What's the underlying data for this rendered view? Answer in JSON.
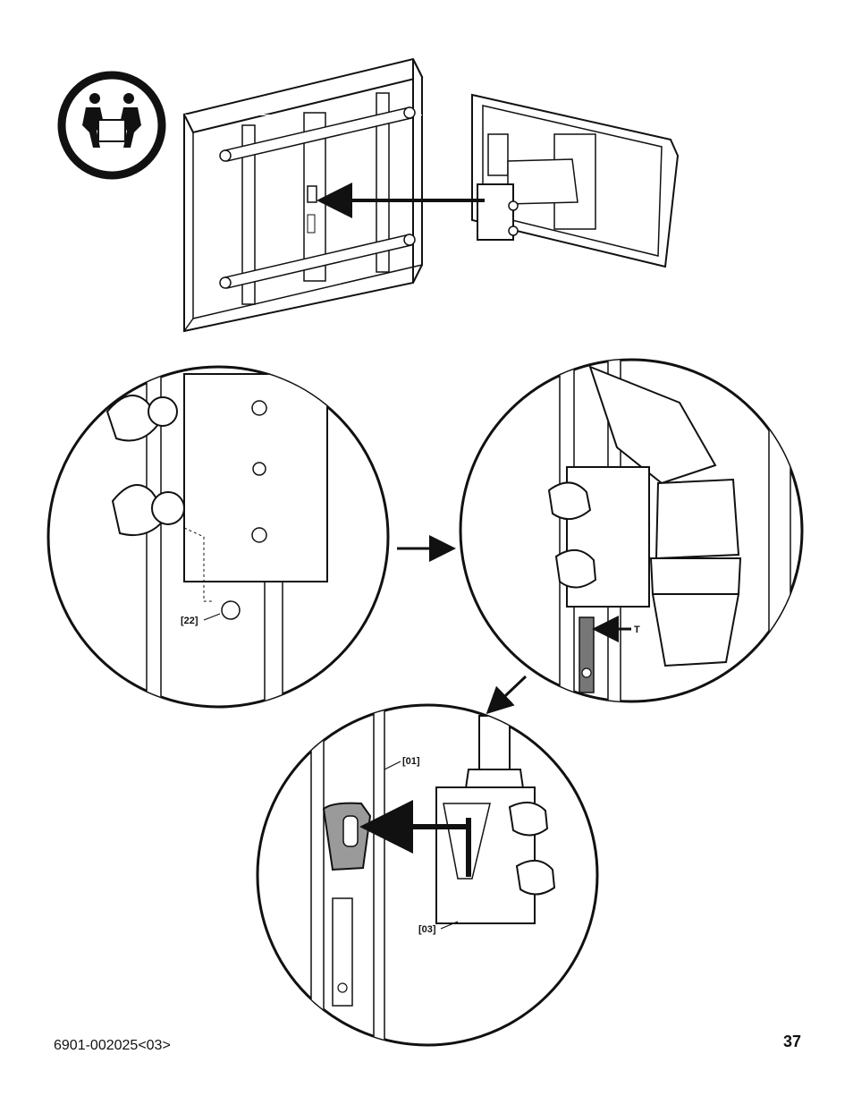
{
  "document": {
    "part_number": "6901-002025<03>",
    "page_number": "37"
  },
  "icons": {
    "two_person_lift": "two-person-lift-icon"
  },
  "callouts": {
    "screw": "[22]",
    "tab": "T",
    "rail": "[01]",
    "bracket": "[03]"
  },
  "colors": {
    "line": "#111111",
    "highlight": "#9a9a9a"
  }
}
